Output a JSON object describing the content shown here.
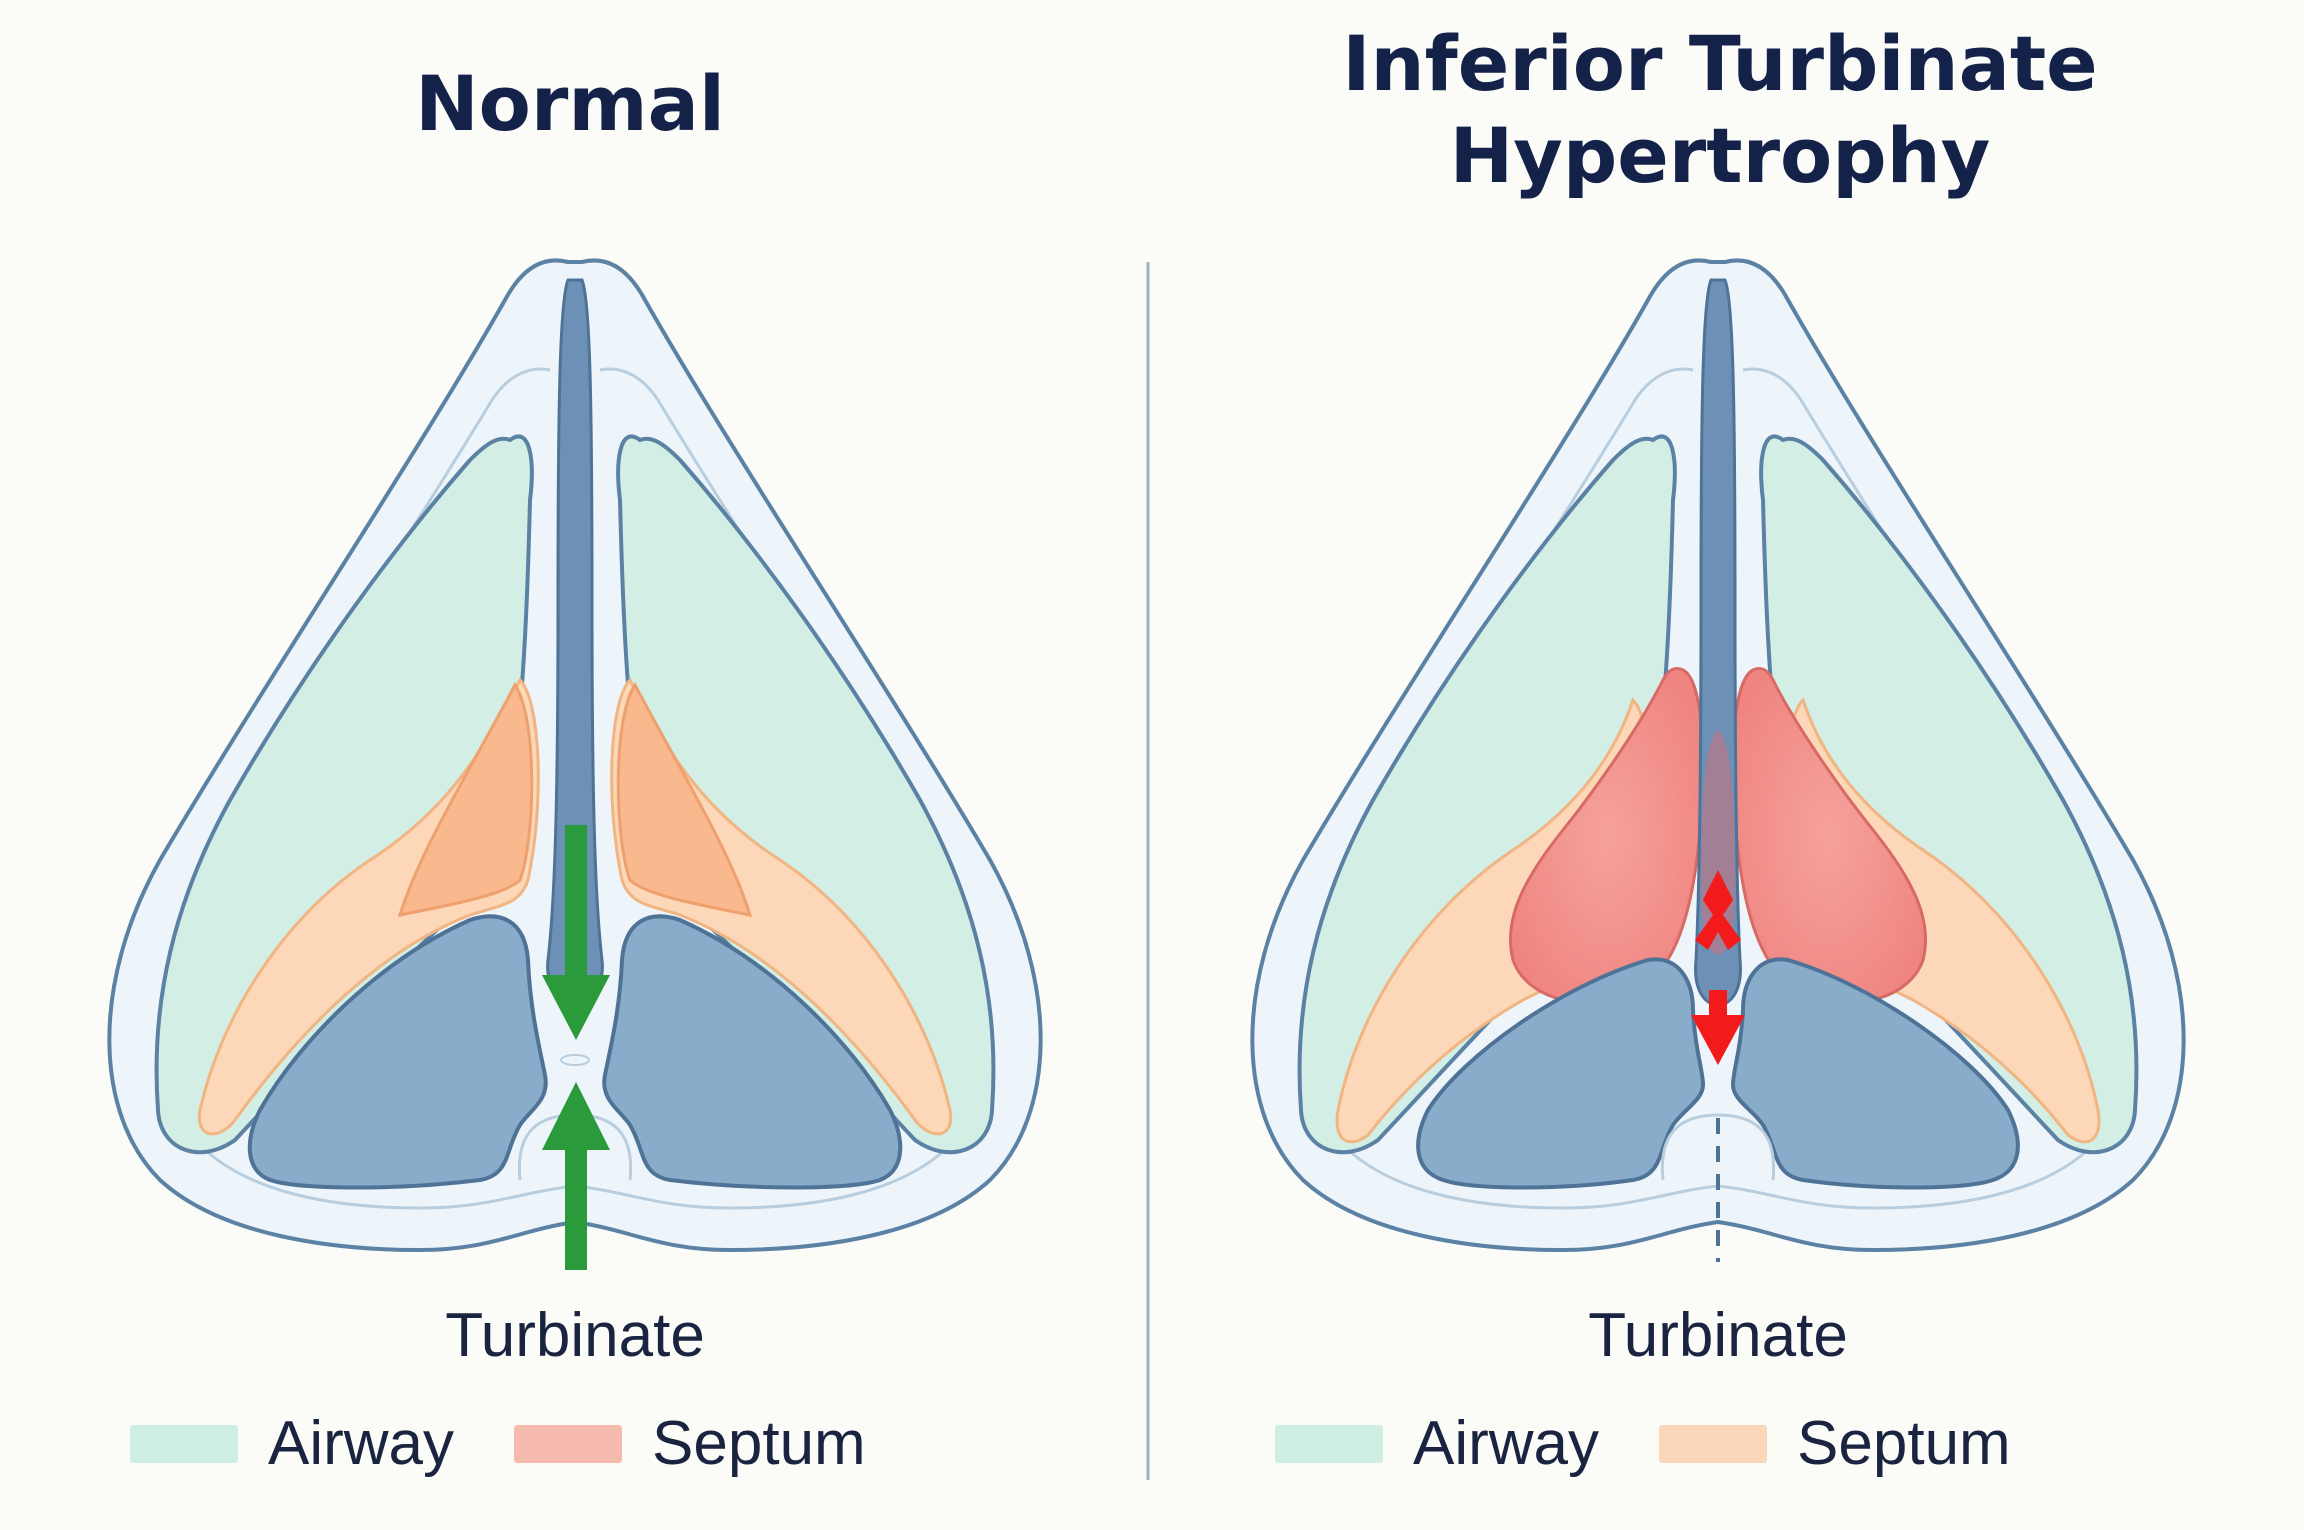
{
  "panels": [
    {
      "title_lines": [
        "Normal"
      ],
      "caption": "Turbinate",
      "legend": [
        {
          "label": "Airway",
          "color": "#cfeee4"
        },
        {
          "label": "Septum",
          "color": "#f6b9ae"
        }
      ]
    },
    {
      "title_lines": [
        "Inferior Turbinate",
        "Hypertrophy"
      ],
      "caption": "Turbinate",
      "legend": [
        {
          "label": "Airway",
          "color": "#cfeee4"
        },
        {
          "label": "Septum",
          "color": "#fbd7b9"
        }
      ]
    }
  ],
  "colors": {
    "outline": "#587ea1",
    "airway": "#d3efe5",
    "turbinate_normal": "#f9c49e",
    "turbinate_hypertrophy": "#f28f8a",
    "septum_fill": "#6c90b6",
    "lower_chamber": "#8aaccb",
    "arrow_normal": "#2a9a3a",
    "arrow_hypertrophy": "#f21a1a",
    "divider": "#9fb3c6"
  }
}
